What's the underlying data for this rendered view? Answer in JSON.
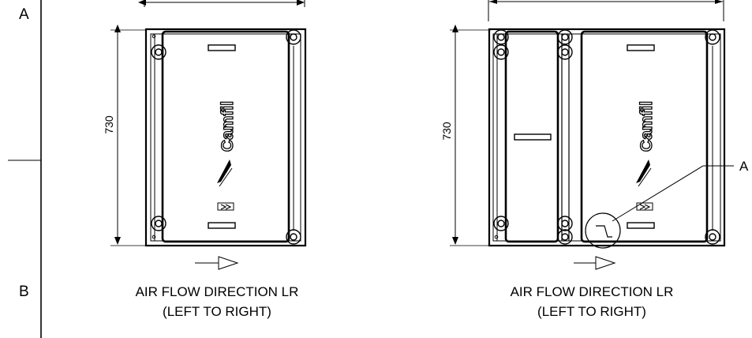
{
  "frame": {
    "zone_top": "A",
    "zone_bottom": "B"
  },
  "views": [
    {
      "dimension_label": "730",
      "caption_line1": "AIR  FLOW DIRECTION LR",
      "caption_line2": "(LEFT TO RIGHT)",
      "logo_text": "Camfil"
    },
    {
      "dimension_label": "730",
      "caption_line1": "AIR  FLOW DIRECTION LR",
      "caption_line2": "(LEFT TO RIGHT)",
      "logo_text": "Camfil",
      "callout_label": "A"
    }
  ],
  "colors": {
    "line": "#000000",
    "background": "#ffffff"
  }
}
